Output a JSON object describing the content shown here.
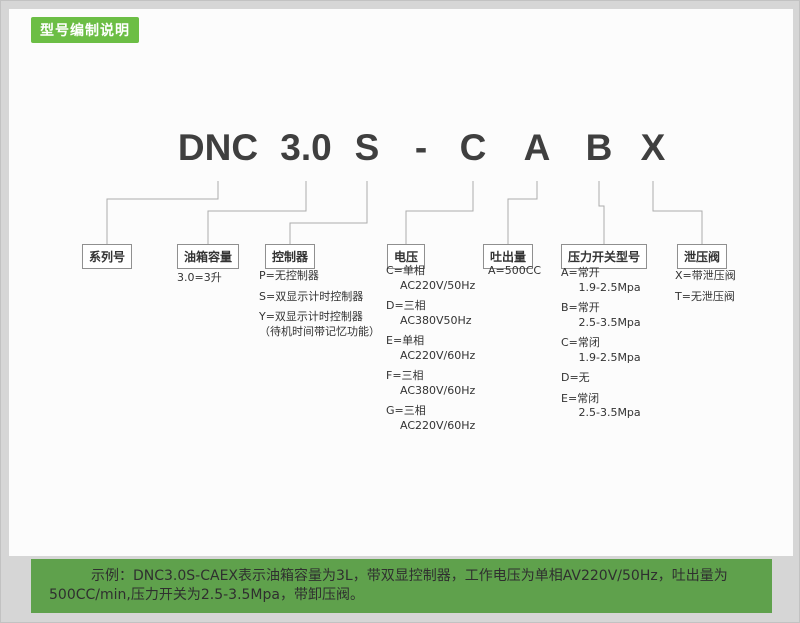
{
  "header": {
    "title": "型号编制说明"
  },
  "model": {
    "parts": [
      "DNC",
      "3.0",
      "S",
      "-",
      "C",
      "A",
      "B",
      "X"
    ]
  },
  "groups": [
    {
      "label": "系列号",
      "options": []
    },
    {
      "label": "油箱容量",
      "options": [
        "3.0=3升"
      ]
    },
    {
      "label": "控制器",
      "options": [
        "P=无控制器",
        "S=双显示计时控制器",
        "Y=双显示计时控制器\n（待机时间带记忆功能）"
      ]
    },
    {
      "label": "电压",
      "options": [
        "C=单相\n    AC220V/50Hz",
        "D=三相\n    AC380V50Hz",
        "E=单相\n    AC220V/60Hz",
        "F=三相\n    AC380V/60Hz",
        "G=三相\n    AC220V/60Hz"
      ]
    },
    {
      "label": "吐出量",
      "options": [
        "A=500CC"
      ]
    },
    {
      "label": "压力开关型号",
      "options": [
        "A=常开\n     1.9-2.5Mpa",
        "B=常开\n     2.5-3.5Mpa",
        "C=常闭\n     1.9-2.5Mpa",
        "D=无",
        "E=常闭\n     2.5-3.5Mpa"
      ]
    },
    {
      "label": "泄压阀",
      "options": [
        "X=带泄压阀",
        "T=无泄压阀"
      ]
    }
  ],
  "example": {
    "text": "示例：DNC3.0S-CAEX表示油箱容量为3L，带双显控制器，工作电压为单相AV220V/50Hz，吐出量为500CC/min,压力开关为2.5-3.5Mpa，带卸压阀。"
  },
  "colors": {
    "header_green": "#6cbe45",
    "banner_green": "#5fa14c",
    "text_dark": "#333333"
  }
}
